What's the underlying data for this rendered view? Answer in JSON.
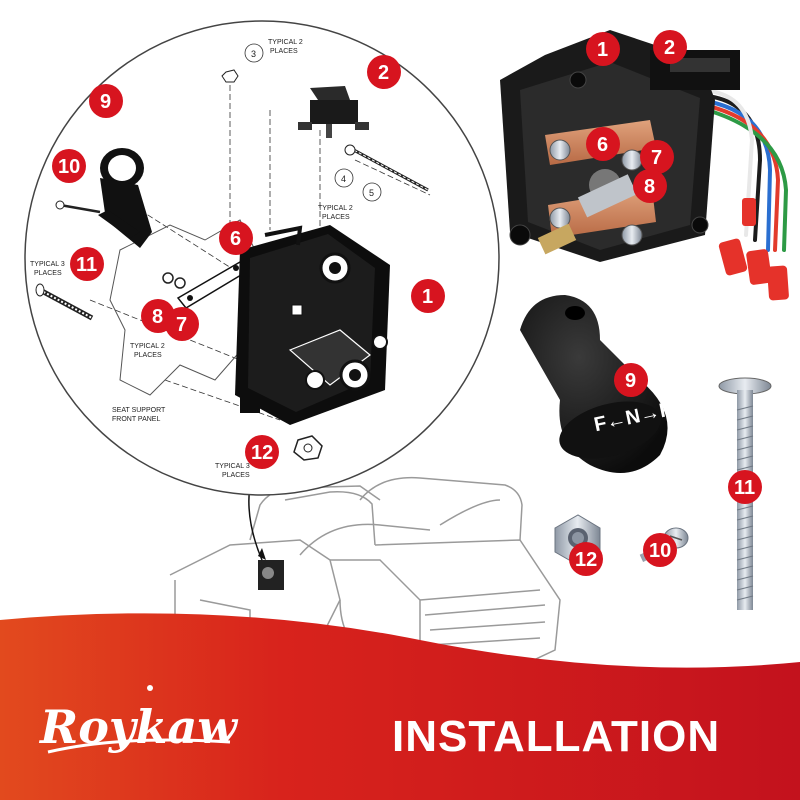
{
  "brand": {
    "name": "Roykaw"
  },
  "banner": {
    "title": "INSTALLATION"
  },
  "colors": {
    "callout": "#d7141f",
    "banner_red": "#c8141e",
    "banner_orange": "#e84a1c",
    "ink": "#111111"
  },
  "diagram_labels": {
    "typical2_a": [
      "TYPICAL 2",
      "PLACES"
    ],
    "typical2_b": [
      "TYPICAL 2",
      "PLACES"
    ],
    "typical2_c": [
      "TYPICAL 2",
      "PLACES"
    ],
    "typical3_a": [
      "TYPICAL 3",
      "PLACES"
    ],
    "typical3_b": [
      "TYPICAL 3",
      "PLACES"
    ],
    "seat": [
      "SEAT SUPPORT",
      "FRONT PANEL"
    ],
    "ref3": "3",
    "ref4": "4",
    "ref5": "5"
  },
  "knob_text": "F←N→R",
  "callouts": {
    "c1a": "1",
    "c2a": "2",
    "c6a": "6",
    "c7a": "7",
    "c8a": "8",
    "c9a": "9",
    "c10a": "10",
    "c11a": "11",
    "c12a": "12",
    "c1b": "1",
    "c2b": "2",
    "c6b": "6",
    "c7b": "7",
    "c8b": "8",
    "c9b": "9",
    "c11b": "11",
    "c12b": "12",
    "c10b": "10"
  }
}
